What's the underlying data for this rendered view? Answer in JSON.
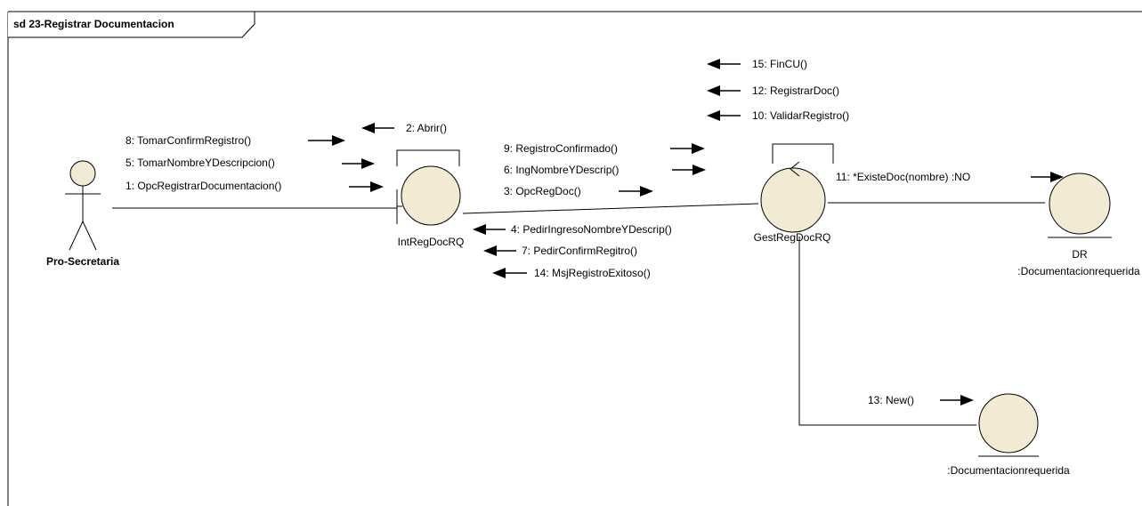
{
  "frame": {
    "title": "sd 23-Registrar Documentacion"
  },
  "actor": {
    "name": "Pro-Secretaria"
  },
  "objects": {
    "int": {
      "name": "IntRegDocRQ"
    },
    "gest": {
      "name": "GestRegDocRQ"
    },
    "dr": {
      "line1": "DR",
      "line2": ":Documentacionrequerida"
    },
    "doc": {
      "name": ":Documentacionrequerida"
    }
  },
  "messages": {
    "m8": "8: TomarConfirmRegistro()",
    "m5": "5: TomarNombreYDescripcion()",
    "m1": "1: OpcRegistrarDocumentacion()",
    "m2": "2: Abrir()",
    "m9": "9: RegistroConfirmado()",
    "m6": "6: IngNombreYDescrip()",
    "m3": "3: OpcRegDoc()",
    "m4": "4: PedirIngresoNombreYDescrip()",
    "m7": "7: PedirConfirmRegitro()",
    "m14": "14: MsjRegistroExitoso()",
    "m15": "15: FinCU()",
    "m12": "12: RegistrarDoc()",
    "m10": "10: ValidarRegistro()",
    "m11": "11: *ExisteDoc(nombre) :NO",
    "m13": "13: New()"
  }
}
